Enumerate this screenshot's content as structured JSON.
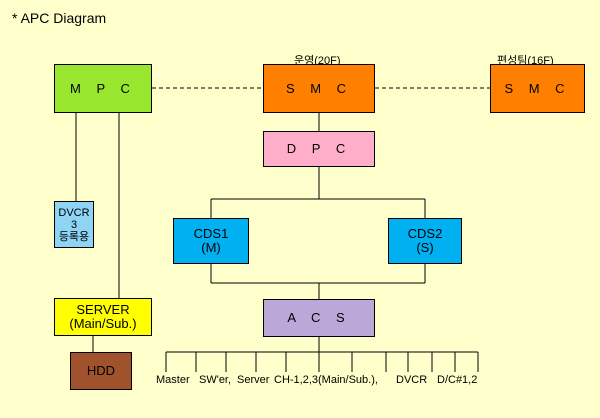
{
  "title": "*  APC  Diagram",
  "colors": {
    "background": "#FFFFCC",
    "mpc": "#99E62E",
    "smc": "#FF8000",
    "dpc": "#FFAEC9",
    "cds": "#00B0F0",
    "dvcr": "#8ED5F5",
    "server": "#FFFF00",
    "acs": "#BBA8D8",
    "hdd": "#A0522D"
  },
  "labels": {
    "operation": "운영(20F)",
    "editing": "편성팀(16F)"
  },
  "nodes": {
    "mpc": "M P C",
    "smc_main": "S M C",
    "smc_edit": "S M C",
    "dpc": "D P C",
    "cds1": {
      "line1": "CDS1",
      "line2": "(M)"
    },
    "cds2": {
      "line1": "CDS2",
      "line2": "(S)"
    },
    "dvcr": {
      "line1": "DVCR",
      "line2": "3",
      "line3": "등록용"
    },
    "server": {
      "line1": "SERVER",
      "line2": "(Main/Sub.)"
    },
    "acs": "A C S",
    "hdd": "HDD"
  },
  "outputs": [
    "Master",
    "SW'er,",
    "Server",
    "CH-1,2,3(Main/Sub.),",
    "DVCR",
    "D/C#1,2"
  ]
}
